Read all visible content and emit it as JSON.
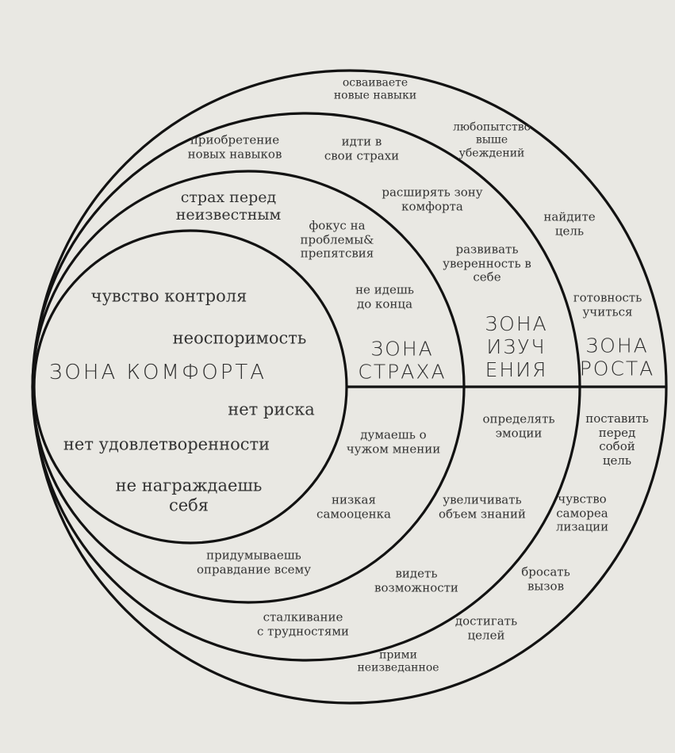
{
  "zones": {
    "comfort": "ЗОНА КОМФОРТА",
    "fear": "ЗОНА\nСТРАХА",
    "learning": "ЗОНА\nИЗУЧ\nЕНИЯ",
    "growth": "ЗОНА\nРОСТА"
  },
  "comfort_items": {
    "control": "чувство контроля",
    "indisputability": "неоспоримость",
    "no_risk": "нет риска",
    "no_satisfaction": "нет удовлетворенности",
    "no_reward": "не награждаешь\nсебя"
  },
  "fear_items": {
    "fear_unknown": "страх перед\nнеизвестным",
    "focus_problems": "фокус на\nпроблемы&\nпрепятсвия",
    "not_finish": "не идешь\nдо конца",
    "others_opinion": "думаешь о\nчужом мнении",
    "low_esteem": "низкая\nсамооценка",
    "excuses": "придумываешь\nоправдание всему"
  },
  "learning_items": {
    "new_skills": "приобретение\nновых навыков",
    "face_fears": "идти в\nсвои страхи",
    "expand_zone": "расширять зону\nкомфорта",
    "confidence": "развивать\nуверенность в\nсебе",
    "emotions": "определять\nэмоции",
    "knowledge": "увеличивать\nобъем знаний",
    "opportunities": "видеть\nвозможности",
    "difficulties": "сталкивание\nс трудностями"
  },
  "growth_items": {
    "master_skills": "осваиваете\nновые навыки",
    "curiosity": "любопытство\nвыше\nубеждений",
    "find_goal": "найдите\nцель",
    "ready_learn": "готовность\nучиться",
    "set_goal": "поставить\nперед\nсобой\nцель",
    "self_realization": "чувство\nсамореа\nлизации",
    "challenge": "бросать\nвызов",
    "achieve_goals": "достигать\nцелей",
    "accept_unknown": "прими\nнеизведанное"
  }
}
